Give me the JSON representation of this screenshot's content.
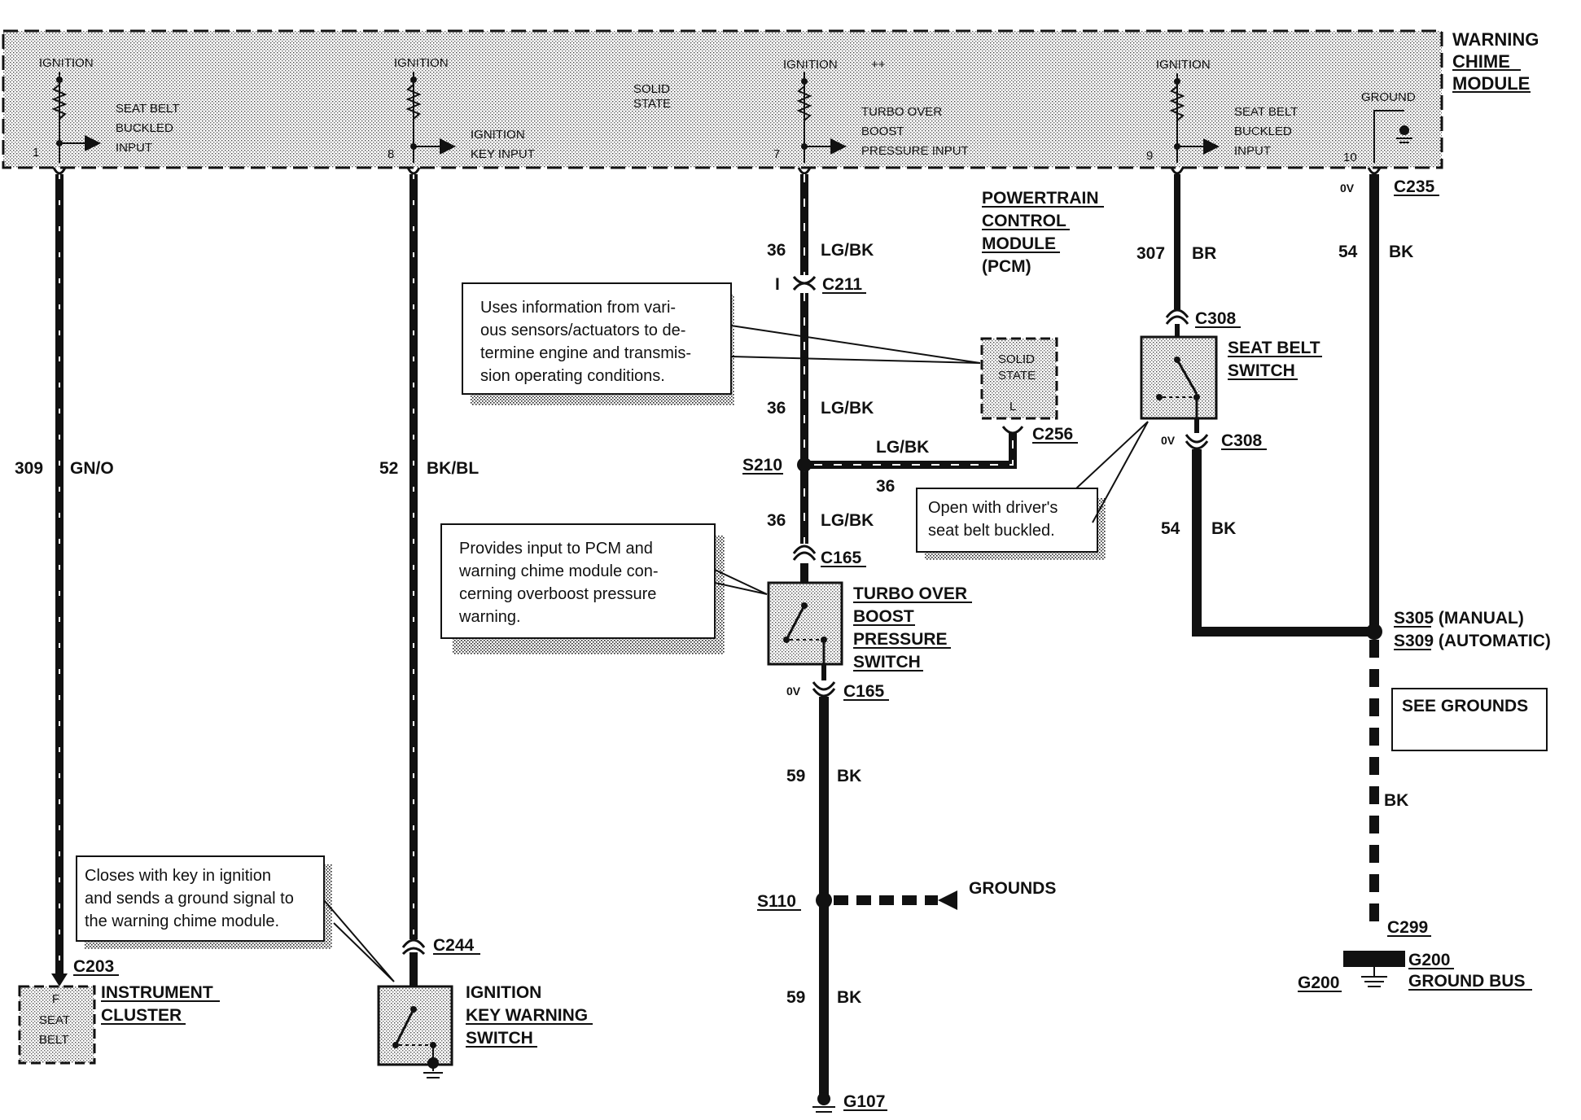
{
  "module": {
    "title_lines": [
      "WARNING",
      "CHIME",
      "MODULE"
    ],
    "ignition_labels": [
      "IGNITION",
      "IGNITION",
      "IGNITION",
      "IGNITION"
    ],
    "solid_state": [
      "SOLID",
      "STATE"
    ],
    "ground_label": "GROUND",
    "inputs": [
      {
        "pin": "1",
        "lines": [
          "SEAT BELT",
          "BUCKLED",
          "INPUT"
        ]
      },
      {
        "pin": "8",
        "lines": [
          "IGNITION",
          "KEY INPUT"
        ]
      },
      {
        "pin": "7",
        "lines": [
          "TURBO OVER",
          "BOOST",
          "PRESSURE INPUT"
        ]
      },
      {
        "pin": "9",
        "lines": [
          "SEAT BELT",
          "BUCKLED",
          "INPUT"
        ]
      }
    ],
    "ground_pin": "10"
  },
  "pcm": {
    "title_lines": [
      "POWERTRAIN",
      "CONTROL",
      "MODULE",
      "(PCM)"
    ],
    "box_lines": [
      "SOLID",
      "STATE"
    ],
    "box_pin": "L"
  },
  "circuits": {
    "c309": {
      "num": "309",
      "color": "GN/O"
    },
    "c52": {
      "num": "52",
      "color": "BK/BL"
    },
    "c36_a": {
      "num": "36",
      "color": "LG/BK"
    },
    "c36_b": {
      "num": "36",
      "color": "LG/BK"
    },
    "c36_c": {
      "num": "36",
      "color": "LG/BK"
    },
    "c36_d": {
      "num": "36",
      "color": "LG/BK"
    },
    "c307": {
      "num": "307",
      "color": "BR"
    },
    "c54_a": {
      "num": "54",
      "color": "BK"
    },
    "c54_b": {
      "num": "54",
      "color": "BK"
    },
    "c59_a": {
      "num": "59",
      "color": "BK"
    },
    "c59_b": {
      "num": "59",
      "color": "BK"
    },
    "gnd_bk": "BK"
  },
  "connectors": {
    "c203": "C203",
    "c244": "C244",
    "c211": "C211",
    "c211_pin": "I",
    "c256": "C256",
    "c165_top": "C165",
    "c165_bot": "C165",
    "c308_top": "C308",
    "c308_bot": "C308",
    "c235": "C235",
    "c299": "C299",
    "ov_labels": [
      "0V",
      "0V",
      "0V"
    ]
  },
  "splices": {
    "s210": "S210",
    "s110": "S110",
    "s305": "S305 (MANUAL)",
    "s309": "S309 (AUTOMATIC)"
  },
  "grounds": {
    "g107": "G107",
    "g200_left": "G200",
    "g200_right_1": "G200",
    "g200_right_2": "GROUND BUS",
    "grounds_arrow": "GROUNDS"
  },
  "components": {
    "instrument_cluster": {
      "title_lines": [
        "INSTRUMENT",
        "CLUSTER"
      ],
      "box_lines": [
        "F",
        "SEAT",
        "BELT"
      ]
    },
    "ignition_key_switch": {
      "title_lines": [
        "IGNITION",
        "KEY WARNING",
        "SWITCH"
      ]
    },
    "turbo_switch": {
      "title_lines": [
        "TURBO OVER",
        "BOOST",
        "PRESSURE",
        "SWITCH"
      ]
    },
    "seat_belt_switch": {
      "title_lines": [
        "SEAT BELT",
        "SWITCH"
      ]
    },
    "see_grounds": "SEE GROUNDS"
  },
  "notes": {
    "pcm_note": [
      "Uses information from vari-",
      "ous sensors/actuators to de-",
      "termine engine and transmis-",
      "sion operating conditions."
    ],
    "turbo_note": [
      "Provides input to PCM and",
      "warning chime module con-",
      "cerning overboost pressure",
      "warning."
    ],
    "seatbelt_note": [
      "Open with driver's",
      "seat belt buckled."
    ],
    "ignition_note": [
      "Closes with key in ignition",
      "and sends a ground signal to",
      "the warning chime module."
    ]
  }
}
